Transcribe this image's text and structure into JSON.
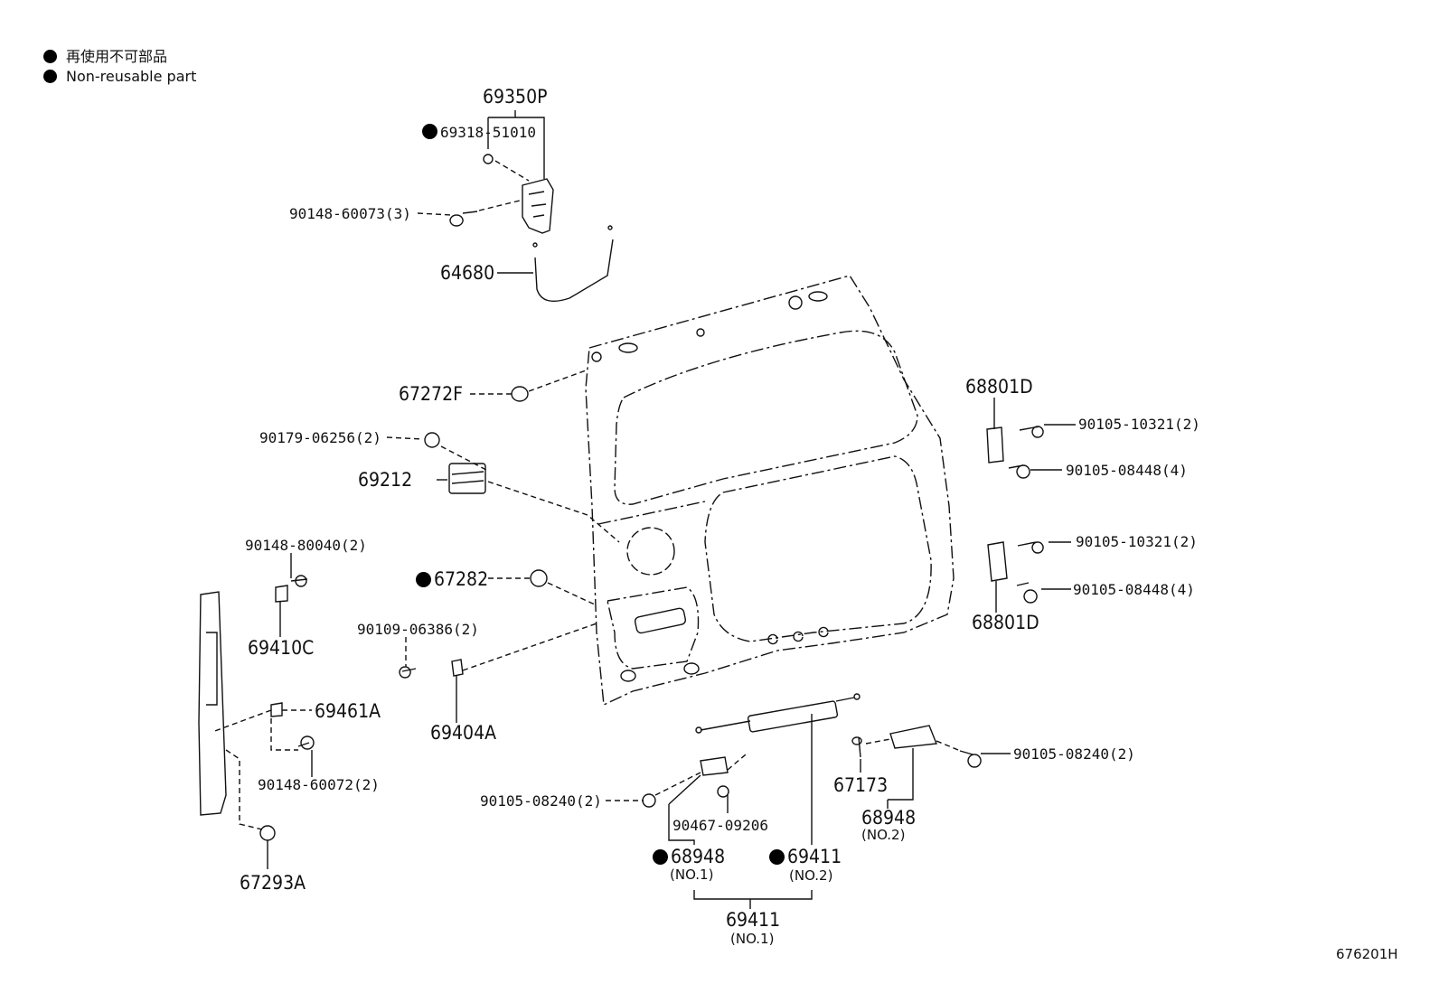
{
  "legend": {
    "line1": "再使用不可部品",
    "line2": "Non-reusable part"
  },
  "diagram_id": "676201H",
  "parts": {
    "p69350P": "69350P",
    "p69318": "69318-51010",
    "p90148_60073": "90148-60073(3)",
    "p64680": "64680",
    "p67272F": "67272F",
    "p90179": "90179-06256(2)",
    "p69212": "69212",
    "p90148_80040": "90148-80040(2)",
    "p67282": "67282",
    "p69410C": "69410C",
    "p90109": "90109-06386(2)",
    "p69461A": "69461A",
    "p69404A": "69404A",
    "p90148_60072": "90148-60072(2)",
    "p90105_08240_left": "90105-08240(2)",
    "p90467": "90467-09206",
    "p68948_no1": "68948",
    "no1_a": "(NO.1)",
    "p69411_no2": "69411",
    "no2_a": "(NO.2)",
    "p69411_no1": "69411",
    "no1_b": "(NO.1)",
    "p67293A": "67293A",
    "p68801D_top": "68801D",
    "p90105_10321_top": "90105-10321(2)",
    "p90105_08448_top": "90105-08448(4)",
    "p90105_10321_bot": "90105-10321(2)",
    "p90105_08448_bot": "90105-08448(4)",
    "p68801D_bot": "68801D",
    "p90105_08240_right": "90105-08240(2)",
    "p67173": "67173",
    "p68948_no2": "68948",
    "no2_b": "(NO.2)"
  }
}
